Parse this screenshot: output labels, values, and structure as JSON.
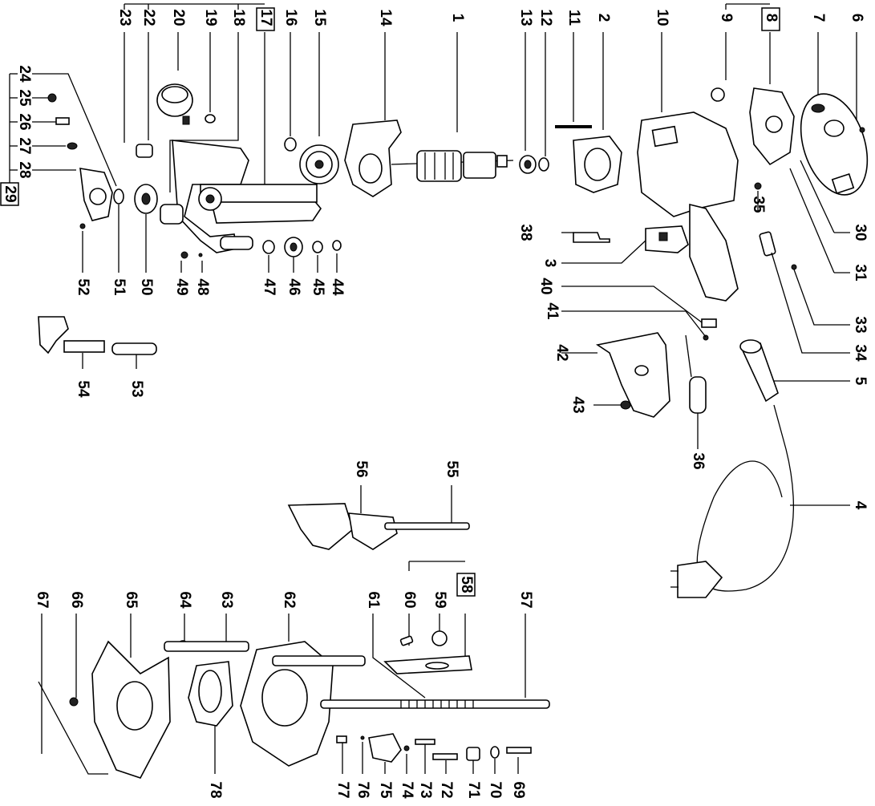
{
  "title": "Exploded parts diagram",
  "callouts": [
    {
      "id": "c23",
      "label": "23"
    },
    {
      "id": "c22",
      "label": "22"
    },
    {
      "id": "c20",
      "label": "20"
    },
    {
      "id": "c19",
      "label": "19"
    },
    {
      "id": "c18",
      "label": "18"
    },
    {
      "id": "c17",
      "label": "17"
    },
    {
      "id": "c16",
      "label": "16"
    },
    {
      "id": "c15",
      "label": "15"
    },
    {
      "id": "c14",
      "label": "14"
    },
    {
      "id": "c1",
      "label": "1"
    },
    {
      "id": "c13",
      "label": "13"
    },
    {
      "id": "c12",
      "label": "12"
    },
    {
      "id": "c11",
      "label": "11"
    },
    {
      "id": "c2",
      "label": "2"
    },
    {
      "id": "c10",
      "label": "10"
    },
    {
      "id": "c9",
      "label": "9"
    },
    {
      "id": "c8",
      "label": "8"
    },
    {
      "id": "c7",
      "label": "7"
    },
    {
      "id": "c6",
      "label": "6"
    },
    {
      "id": "c24",
      "label": "24"
    },
    {
      "id": "c25",
      "label": "25"
    },
    {
      "id": "c26",
      "label": "26"
    },
    {
      "id": "c27",
      "label": "27"
    },
    {
      "id": "c28",
      "label": "28"
    },
    {
      "id": "c29",
      "label": "29"
    },
    {
      "id": "c52",
      "label": "52"
    },
    {
      "id": "c51",
      "label": "51"
    },
    {
      "id": "c50",
      "label": "50"
    },
    {
      "id": "c49",
      "label": "49"
    },
    {
      "id": "c48",
      "label": "48"
    },
    {
      "id": "c47",
      "label": "47"
    },
    {
      "id": "c46",
      "label": "46"
    },
    {
      "id": "c45",
      "label": "45"
    },
    {
      "id": "c44",
      "label": "44"
    },
    {
      "id": "c38",
      "label": "38"
    },
    {
      "id": "c3",
      "label": "3"
    },
    {
      "id": "c40",
      "label": "40"
    },
    {
      "id": "c41",
      "label": "41"
    },
    {
      "id": "c42",
      "label": "42"
    },
    {
      "id": "c43",
      "label": "43"
    },
    {
      "id": "c36",
      "label": "36"
    },
    {
      "id": "c35",
      "label": "35"
    },
    {
      "id": "c30",
      "label": "30"
    },
    {
      "id": "c31",
      "label": "31"
    },
    {
      "id": "c33",
      "label": "33"
    },
    {
      "id": "c34",
      "label": "34"
    },
    {
      "id": "c5",
      "label": "5"
    },
    {
      "id": "c4",
      "label": "4"
    },
    {
      "id": "c54",
      "label": "54"
    },
    {
      "id": "c53",
      "label": "53"
    },
    {
      "id": "c56",
      "label": "56"
    },
    {
      "id": "c55",
      "label": "55"
    },
    {
      "id": "c67",
      "label": "67"
    },
    {
      "id": "c66",
      "label": "66"
    },
    {
      "id": "c65",
      "label": "65"
    },
    {
      "id": "c64",
      "label": "64"
    },
    {
      "id": "c63",
      "label": "63"
    },
    {
      "id": "c62",
      "label": "62"
    },
    {
      "id": "c61",
      "label": "61"
    },
    {
      "id": "c60",
      "label": "60"
    },
    {
      "id": "c59",
      "label": "59"
    },
    {
      "id": "c58",
      "label": "58"
    },
    {
      "id": "c57",
      "label": "57"
    },
    {
      "id": "c78",
      "label": "78"
    },
    {
      "id": "c77",
      "label": "77"
    },
    {
      "id": "c76",
      "label": "76"
    },
    {
      "id": "c75",
      "label": "75"
    },
    {
      "id": "c74",
      "label": "74"
    },
    {
      "id": "c73",
      "label": "73"
    },
    {
      "id": "c72",
      "label": "72"
    },
    {
      "id": "c71",
      "label": "71"
    },
    {
      "id": "c70",
      "label": "70"
    },
    {
      "id": "c69",
      "label": "69"
    }
  ]
}
